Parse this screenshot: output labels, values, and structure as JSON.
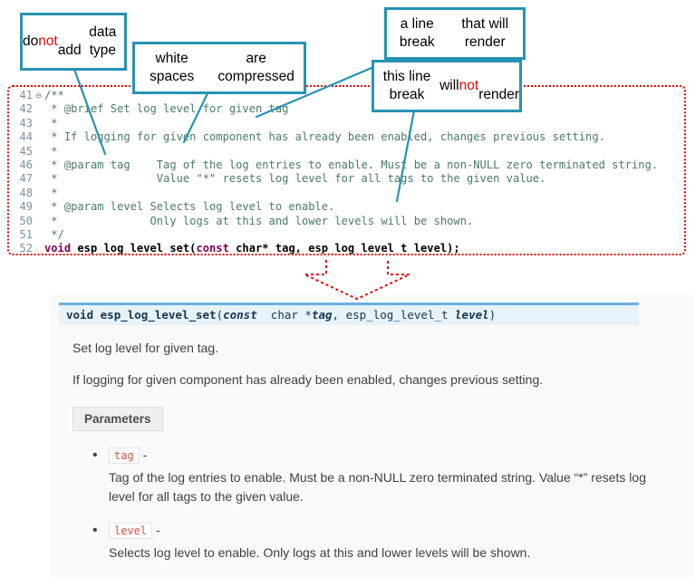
{
  "colors": {
    "callout-border": "#2793b3",
    "highlight-red": "#ee0000",
    "dotted-red": "#ee0000",
    "comment-green": "#4a7b68",
    "keyword-purple": "#7f0055",
    "gutter-blue": "#7d90a8",
    "doc-bg": "#fafafa",
    "sig-bg": "#e7f2fa",
    "sig-border": "#6ab0de",
    "sig-text": "#15354f",
    "body-text": "#404040",
    "chip-red": "#e74c3c",
    "chip-border": "#e1e4e5",
    "params-bg": "#efefef",
    "params-border": "#dedede"
  },
  "callouts": [
    {
      "lines": [
        [
          {
            "t": "do "
          },
          {
            "t": "not",
            "red": true
          },
          {
            "t": " add"
          }
        ],
        [
          {
            "t": "data type"
          }
        ]
      ]
    },
    {
      "lines": [
        [
          {
            "t": "white spaces"
          }
        ],
        [
          {
            "t": "are  compressed"
          }
        ]
      ]
    },
    {
      "lines": [
        [
          {
            "t": "a line break"
          }
        ],
        [
          {
            "t": "that will render"
          }
        ]
      ]
    },
    {
      "lines": [
        [
          {
            "t": "this line break"
          }
        ],
        [
          {
            "t": "will "
          },
          {
            "t": "not",
            "red": true
          },
          {
            "t": " render"
          }
        ]
      ]
    }
  ],
  "editor": {
    "lines": [
      {
        "num": "41",
        "fold": "⊖",
        "segs": [
          {
            "t": "/**",
            "c": "cm"
          }
        ]
      },
      {
        "num": "42",
        "segs": [
          {
            "t": " * @brief Set log level for given tag",
            "c": "cm"
          }
        ]
      },
      {
        "num": "43",
        "segs": [
          {
            "t": " *",
            "c": "cm"
          }
        ]
      },
      {
        "num": "44",
        "segs": [
          {
            "t": " * If logging for given component has already been enabled, changes previous setting.",
            "c": "cm"
          }
        ]
      },
      {
        "num": "45",
        "segs": [
          {
            "t": " *",
            "c": "cm"
          }
        ]
      },
      {
        "num": "46",
        "segs": [
          {
            "t": " * @param tag    Tag of the log entries to enable. Must be a non-NULL zero terminated string.",
            "c": "cm"
          }
        ]
      },
      {
        "num": "47",
        "segs": [
          {
            "t": " *               Value \"*\" resets log level for all tags to the given value.",
            "c": "cm"
          }
        ]
      },
      {
        "num": "48",
        "segs": [
          {
            "t": " *",
            "c": "cm"
          }
        ]
      },
      {
        "num": "49",
        "segs": [
          {
            "t": " * @param level Selects log level to enable.",
            "c": "cm"
          }
        ]
      },
      {
        "num": "50",
        "segs": [
          {
            "t": " *              Only logs at this and lower levels will be shown.",
            "c": "cm"
          }
        ]
      },
      {
        "num": "51",
        "segs": [
          {
            "t": " */",
            "c": "cm"
          }
        ]
      },
      {
        "num": "52",
        "segs": [
          {
            "t": "void",
            "c": "kw"
          },
          {
            "t": " esp_log_level_set(",
            "c": "pl"
          },
          {
            "t": "const",
            "c": "kw"
          },
          {
            "t": " char* tag, esp_log_level_t level);",
            "c": "pl"
          }
        ]
      }
    ]
  },
  "doc": {
    "signature": [
      {
        "t": "void ",
        "b": 1
      },
      {
        "t": "esp_log_level_set",
        "b": 1
      },
      {
        "t": "("
      },
      {
        "t": "const",
        "b": 1,
        "i": 1
      },
      {
        "t": "  char *"
      },
      {
        "t": "tag",
        "b": 1,
        "i": 1
      },
      {
        "t": ", "
      },
      {
        "t": "esp_log_level_t "
      },
      {
        "t": "level",
        "b": 1,
        "i": 1
      },
      {
        "t": ")"
      }
    ],
    "p1": "Set log level for given tag.",
    "p2": "If logging for given component has already been enabled, changes previous setting.",
    "params_label": "Parameters",
    "params": [
      {
        "name": "tag",
        "sep": "-",
        "desc": "Tag of the log entries to enable. Must be a non-NULL zero terminated string. Value “*” resets log level for all tags to the given value."
      },
      {
        "name": "level",
        "sep": "-",
        "desc": "Selects log level to enable. Only logs at this and lower levels will be shown."
      }
    ]
  }
}
